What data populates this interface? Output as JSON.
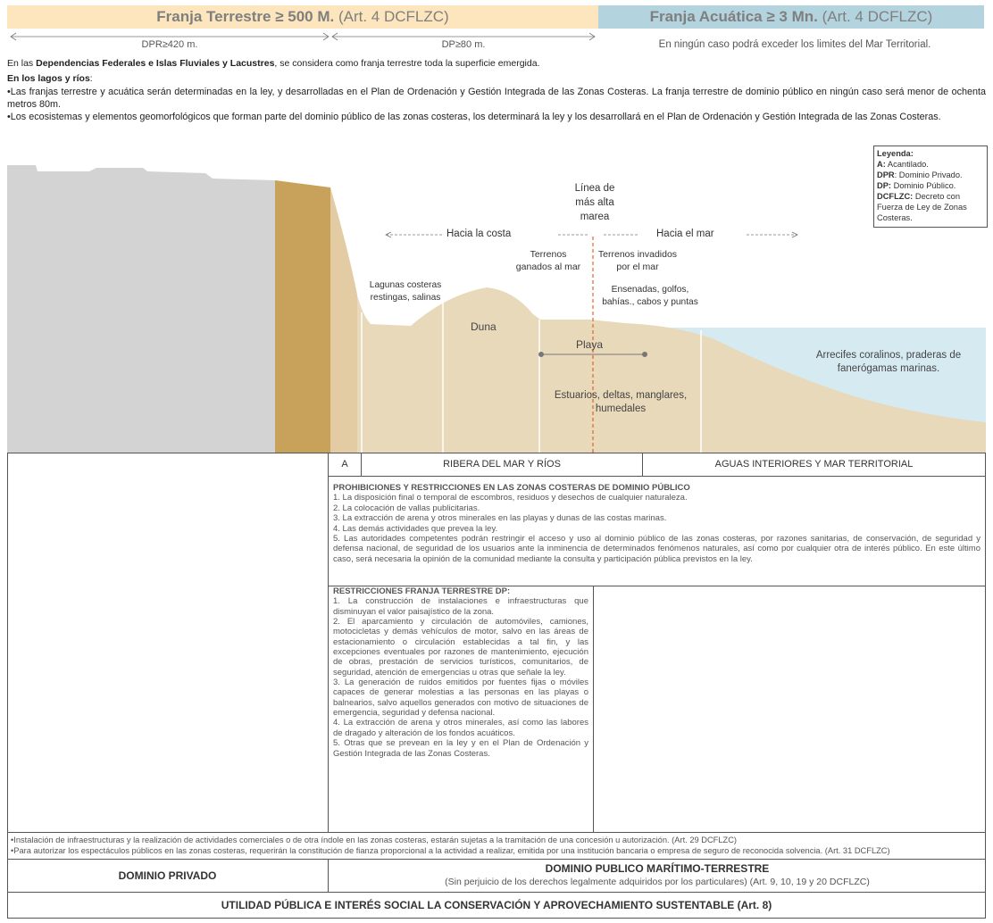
{
  "header": {
    "land_title": "Franja Terrestre ≥ 500 M.",
    "land_ref": "(Art. 4 DCFLZC)",
    "sea_title": "Franja Acuática ≥ 3 Mn.",
    "sea_ref": "(Art. 4 DCFLZC)"
  },
  "dims": {
    "dpr": "DPR≥420 m.",
    "dp": "DP≥80 m.",
    "sea_limit": "En ningún caso podrá exceder los limites del Mar Territorial."
  },
  "intro": {
    "line1_pre": "En las ",
    "line1_bold": "Dependencias Federales e Islas Fluviales y Lacustres",
    "line1_post": ", se considera como franja terrestre toda la superficie emergida.",
    "lakes_title": "En los lagos y ríos",
    "lakes_colon": ":",
    "bullet1": "•Las franjas terrestre y acuática serán determinadas en la ley, y desarrolladas en el Plan de Ordenación y Gestión Integrada de las Zonas Costeras. La franja terrestre de dominio público en ningún caso será menor de ochenta metros 80m.",
    "bullet2": "•Los ecosistemas y elementos geomorfológicos que forman parte del dominio público de las zonas costeras, los determinará la ley y los desarrollará en el Plan de Ordenación y Gestión Integrada de las Zonas Costeras."
  },
  "legend": {
    "title": "Leyenda:",
    "a_key": "A:",
    "a_val": " Acantilado.",
    "dpr_key": "DPR",
    "dpr_val": ": Dominio Privado.",
    "dp_key": "DP:",
    "dp_val": " Dominio Público.",
    "dcflzc_key": "DCFLZC:",
    "dcflzc_val": " Decreto con Fuerza de Ley de Zonas Costeras."
  },
  "profile": {
    "high_tide": [
      "Línea de",
      "más alta",
      "marea"
    ],
    "to_coast": "Hacia la costa",
    "to_sea": "Hacia el mar",
    "gained_1": "Terrenos",
    "gained_2": "ganados al mar",
    "invaded_1": "Terrenos invadidos",
    "invaded_2": "por el mar",
    "lagoons_1": "Lagunas costeras",
    "lagoons_2": "restingas, salinas",
    "inlets_1": "Ensenadas, golfos,",
    "inlets_2": "bahías., cabos y puntas",
    "dune": "Duna",
    "beach": "Playa",
    "estuaries_1": "Estuarios,  deltas, manglares,",
    "estuaries_2": "humedales",
    "reefs_1": "Arrecifes coralinos, praderas de",
    "reefs_2": "fanerógamas marinas."
  },
  "zones": {
    "a": "A",
    "ribera": "RIBERA DEL MAR Y RÍOS",
    "aguas": "AGUAS INTERIORES Y MAR TERRITORIAL"
  },
  "prohibitions": {
    "title": "PROHIBICIONES  Y RESTRICCIONES EN LAS ZONAS COSTERAS DE DOMINIO PÚBLICO",
    "items": [
      "1. La disposición final o temporal de escombros, residuos y desechos de cualquier naturaleza.",
      "2. La colocación de vallas publicitarias.",
      "3. La extracción de arena y otros minerales en las playas y dunas de las costas marinas.",
      "4. Las demás actividades que prevea la ley.",
      "5. Las autoridades competentes podrán restringir el acceso y uso al dominio público de las zonas costeras, por razones sanitarias, de conservación, de seguridad y defensa nacional, de seguridad de los usuarios ante la inminencia de determinados fenómenos naturales, así como por cualquier otra de interés público. En este último caso, será necesaria la opinión de la comunidad mediante la consulta y participación pública previstos en la ley."
    ]
  },
  "restrictions": {
    "title": "RESTRICCIONES FRANJA TERRESTRE DP:",
    "items": [
      "1. La construcción de instalaciones e infraestructuras que disminuyan el valor paisajístico de la zona.",
      "2. El aparcamiento y circulación de automóviles, camiones, motocicletas y demás vehículos de motor, salvo en las áreas de estacionamiento o circulación establecidas a tal fin, y las excepciones eventuales por razones de mantenimiento, ejecución de obras, prestación de servicios turísticos, comunitarios, de seguridad, atención de emergencias u otras que señale la ley.",
      "3. La generación de ruidos emitidos por fuentes fijas o móviles capaces de generar molestias a las personas en las playas o balnearios, salvo aquellos  generados con motivo de situaciones de emergencia, seguridad y defensa nacional.",
      "4. La extracción de arena y otros minerales, así como las labores de dragado y alteración de los fondos acuáticos.",
      "5. Otras que se prevean en la ley y en el Plan de Ordenación y Gestión Integrada de las Zonas Costeras."
    ]
  },
  "notes": [
    "•Instalación de infraestructuras  y la realización de actividades  comerciales o de otra índole en las zonas costeras, estarán sujetas a la tramitación de una concesión u autorización. (Art. 29 DCFLZC)",
    "•Para autorizar los espectáculos públicos en las zonas costeras, requerirán la constitución de fianza proporcional a la actividad a realizar, emitida por una institución bancaria o empresa de seguro de reconocida solvencia. (Art. 31 DCFLZC)"
  ],
  "domains": {
    "private": "DOMINIO PRIVADO",
    "public_title": "DOMINIO PUBLICO MARÍTIMO-TERRESTRE",
    "public_sub": "(Sin perjuicio de los derechos legalmente adquiridos por los particulares) (Art. 9, 10, 19 y 20 DCFLZC)"
  },
  "footer": "UTILIDAD PÚBLICA E INTERÉS SOCIAL LA CONSERVACIÓN Y APROVECHAMIENTO SUSTENTABLE (Art. 8)",
  "colors": {
    "land_band": "#fde6bd",
    "sea_band": "#b3d3de",
    "cliff_private": "#d3d3d3",
    "cliff_a": "#c8a25a",
    "sand": "#e8d9bb",
    "water": "#d6eaf2",
    "high_tide_line": "#e0642a"
  }
}
